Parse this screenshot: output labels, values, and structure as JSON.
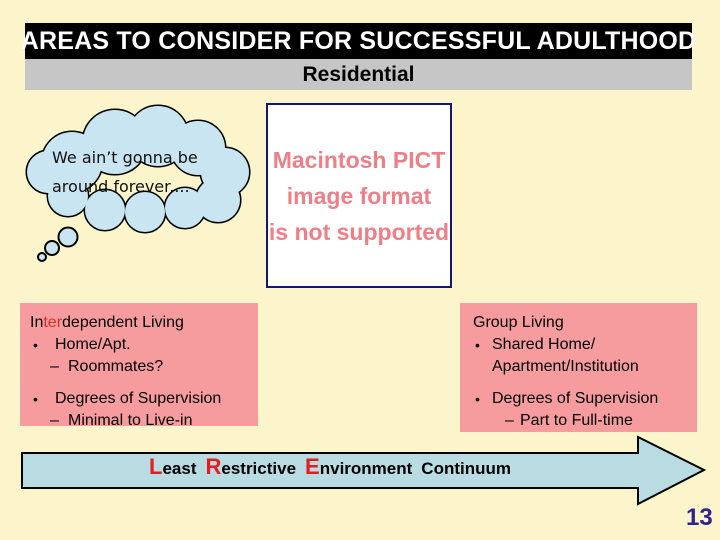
{
  "header": {
    "title": "AREAS TO CONSIDER FOR SUCCESSFUL ADULTHOOD",
    "subtitle": "Residential"
  },
  "thought_bubble": {
    "line1": "We ain’t gonna be",
    "line2": "around forever...."
  },
  "pict_placeholder": {
    "line1": "Macintosh PICT",
    "line2": "image format",
    "line3": "is not supported"
  },
  "left_box": {
    "title_pre": "In",
    "title_red": "ter",
    "title_post": "dependent Living",
    "items": [
      {
        "marker": "•",
        "text": "Home/Apt."
      },
      {
        "marker": "–",
        "text": "Roommates?"
      },
      {
        "marker": "•",
        "text": "Degrees of Supervision"
      },
      {
        "marker": "–",
        "text": "Minimal to Live-in"
      }
    ]
  },
  "right_box": {
    "title": "Group Living",
    "items": [
      {
        "marker": "•",
        "text": "Shared Home/",
        "text2": "Apartment/Institution"
      },
      {
        "marker": "•",
        "text": "Degrees of Supervision"
      },
      {
        "marker": "–",
        "text": "Part to Full-time"
      }
    ]
  },
  "arrow_label": {
    "parts": [
      {
        "cap": "L",
        "rest": "east"
      },
      {
        "cap": "R",
        "rest": "estrictive"
      },
      {
        "cap": "E",
        "rest": "nvironment"
      }
    ],
    "final_word": "Continuum"
  },
  "footer": {
    "page_number": "13"
  },
  "colors": {
    "background": "#FCF4CA",
    "title_bar_bg": "#000000",
    "title_text": "#FFFFFF",
    "subtitle_bar_bg": "#C6C6C6",
    "pink_box_bg": "#F79C9E",
    "cloud_fill": "#C8E5F1",
    "arrow_fill": "#B9DCE3",
    "pict_border": "#14147E",
    "pict_text": "#EE7F87",
    "accent_red": "#E31E1E",
    "title_red": "#D2312B",
    "page_number": "#2F2191"
  }
}
